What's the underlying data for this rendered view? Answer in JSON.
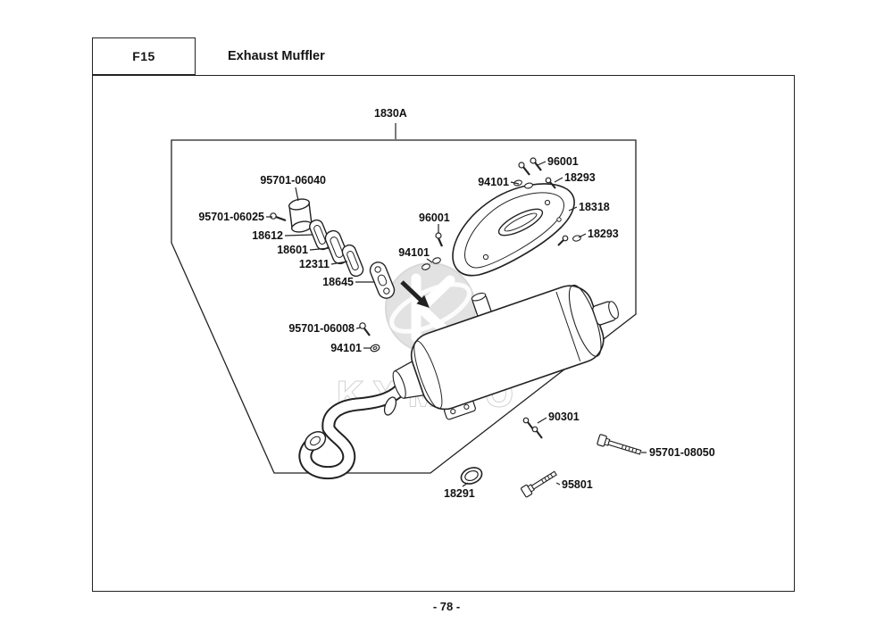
{
  "header": {
    "code": "F15",
    "title": "Exhaust Muffler"
  },
  "footer": {
    "page_number": "- 78 -"
  },
  "watermark": {
    "brand": "KYMCO"
  },
  "diagram": {
    "assembly_label": "1830A",
    "labels": [
      {
        "text": "96001"
      },
      {
        "text": "94101"
      },
      {
        "text": "18293"
      },
      {
        "text": "95701-06040"
      },
      {
        "text": "95701-06025"
      },
      {
        "text": "18612"
      },
      {
        "text": "18601"
      },
      {
        "text": "12311"
      },
      {
        "text": "18645"
      },
      {
        "text": "96001"
      },
      {
        "text": "94101"
      },
      {
        "text": "18318"
      },
      {
        "text": "18293"
      },
      {
        "text": "95701-06008"
      },
      {
        "text": "94101"
      },
      {
        "text": "90301"
      },
      {
        "text": "95701-08050"
      },
      {
        "text": "18291"
      },
      {
        "text": "95801"
      }
    ]
  }
}
